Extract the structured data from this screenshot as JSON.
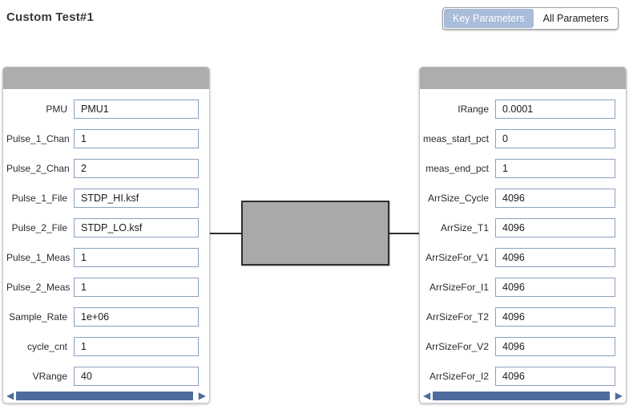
{
  "page": {
    "title": "Custom Test#1"
  },
  "toggle": {
    "buttons": [
      {
        "label": "Key Parameters",
        "selected": true
      },
      {
        "label": "All Parameters",
        "selected": false
      }
    ]
  },
  "left_panel": {
    "fields": [
      {
        "label": "PMU",
        "value": "PMU1"
      },
      {
        "label": "Pulse_1_Chan",
        "value": "1"
      },
      {
        "label": "Pulse_2_Chan",
        "value": "2"
      },
      {
        "label": "Pulse_1_File",
        "value": "STDP_HI.ksf"
      },
      {
        "label": "Pulse_2_File",
        "value": "STDP_LO.ksf"
      },
      {
        "label": "Pulse_1_Meas",
        "value": "1"
      },
      {
        "label": "Pulse_2_Meas",
        "value": "1"
      },
      {
        "label": "Sample_Rate",
        "value": "1e+06"
      },
      {
        "label": "cycle_cnt",
        "value": "1"
      },
      {
        "label": "VRange",
        "value": "40"
      }
    ],
    "scrollbar": {
      "left_arrow": "◀",
      "right_arrow": "▶"
    }
  },
  "right_panel": {
    "fields": [
      {
        "label": "IRange",
        "value": "0.0001"
      },
      {
        "label": "meas_start_pct",
        "value": "0"
      },
      {
        "label": "meas_end_pct",
        "value": "1"
      },
      {
        "label": "ArrSize_Cycle",
        "value": "4096"
      },
      {
        "label": "ArrSize_T1",
        "value": "4096"
      },
      {
        "label": "ArrSizeFor_V1",
        "value": "4096"
      },
      {
        "label": "ArrSizeFor_I1",
        "value": "4096"
      },
      {
        "label": "ArrSizeFor_T2",
        "value": "4096"
      },
      {
        "label": "ArrSizeFor_V2",
        "value": "4096"
      },
      {
        "label": "ArrSizeFor_I2",
        "value": "4096"
      }
    ],
    "scrollbar": {
      "left_arrow": "◀",
      "right_arrow": "▶"
    }
  },
  "colors": {
    "toggle_selected_bg": "#a9bcd9",
    "panel_header_gray": "#adadad",
    "scrollbar_blue": "#4e6d9e",
    "input_border": "#8aa0bf",
    "device_fill": "#a9a9a9",
    "connector_black": "#2e2e2e"
  }
}
